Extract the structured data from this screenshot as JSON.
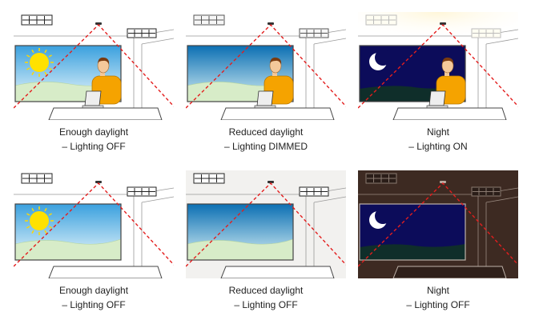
{
  "panels": [
    {
      "row": 0,
      "col": 0,
      "scene": "day",
      "lighting": "off",
      "person": true,
      "caption_line1": "Enough daylight",
      "caption_line2": "– Lighting OFF"
    },
    {
      "row": 0,
      "col": 1,
      "scene": "reduced",
      "lighting": "dimmed",
      "person": true,
      "caption_line1": "Reduced daylight",
      "caption_line2": "– Lighting DIMMED"
    },
    {
      "row": 0,
      "col": 2,
      "scene": "night",
      "lighting": "on",
      "person": true,
      "caption_line1": "Night",
      "caption_line2": "– Lighting ON"
    },
    {
      "row": 1,
      "col": 0,
      "scene": "day",
      "lighting": "off",
      "person": false,
      "caption_line1": "Enough daylight",
      "caption_line2": "– Lighting OFF"
    },
    {
      "row": 1,
      "col": 1,
      "scene": "reduced",
      "lighting": "off",
      "person": false,
      "caption_line1": "Reduced daylight",
      "caption_line2": "– Lighting OFF"
    },
    {
      "row": 1,
      "col": 2,
      "scene": "night",
      "lighting": "off",
      "person": false,
      "caption_line1": "Night",
      "caption_line2": "– Lighting OFF"
    }
  ],
  "colors": {
    "sensor_cone": "#e31e1e",
    "day_sky_top": "#3aa0de",
    "reduced_sky_top": "#0b6fb3",
    "night_sky": "#0c0c5a",
    "night_ground": "#0f2e2a",
    "shirt": "#f5a300",
    "sun": "#ffe100",
    "moon": "#ffffff",
    "dark_room": "#3d2a22"
  },
  "icons": [
    "sun-icon",
    "moon-icon",
    "ceiling-light-icon",
    "motion-sensor-icon",
    "person-icon",
    "laptop-icon"
  ]
}
